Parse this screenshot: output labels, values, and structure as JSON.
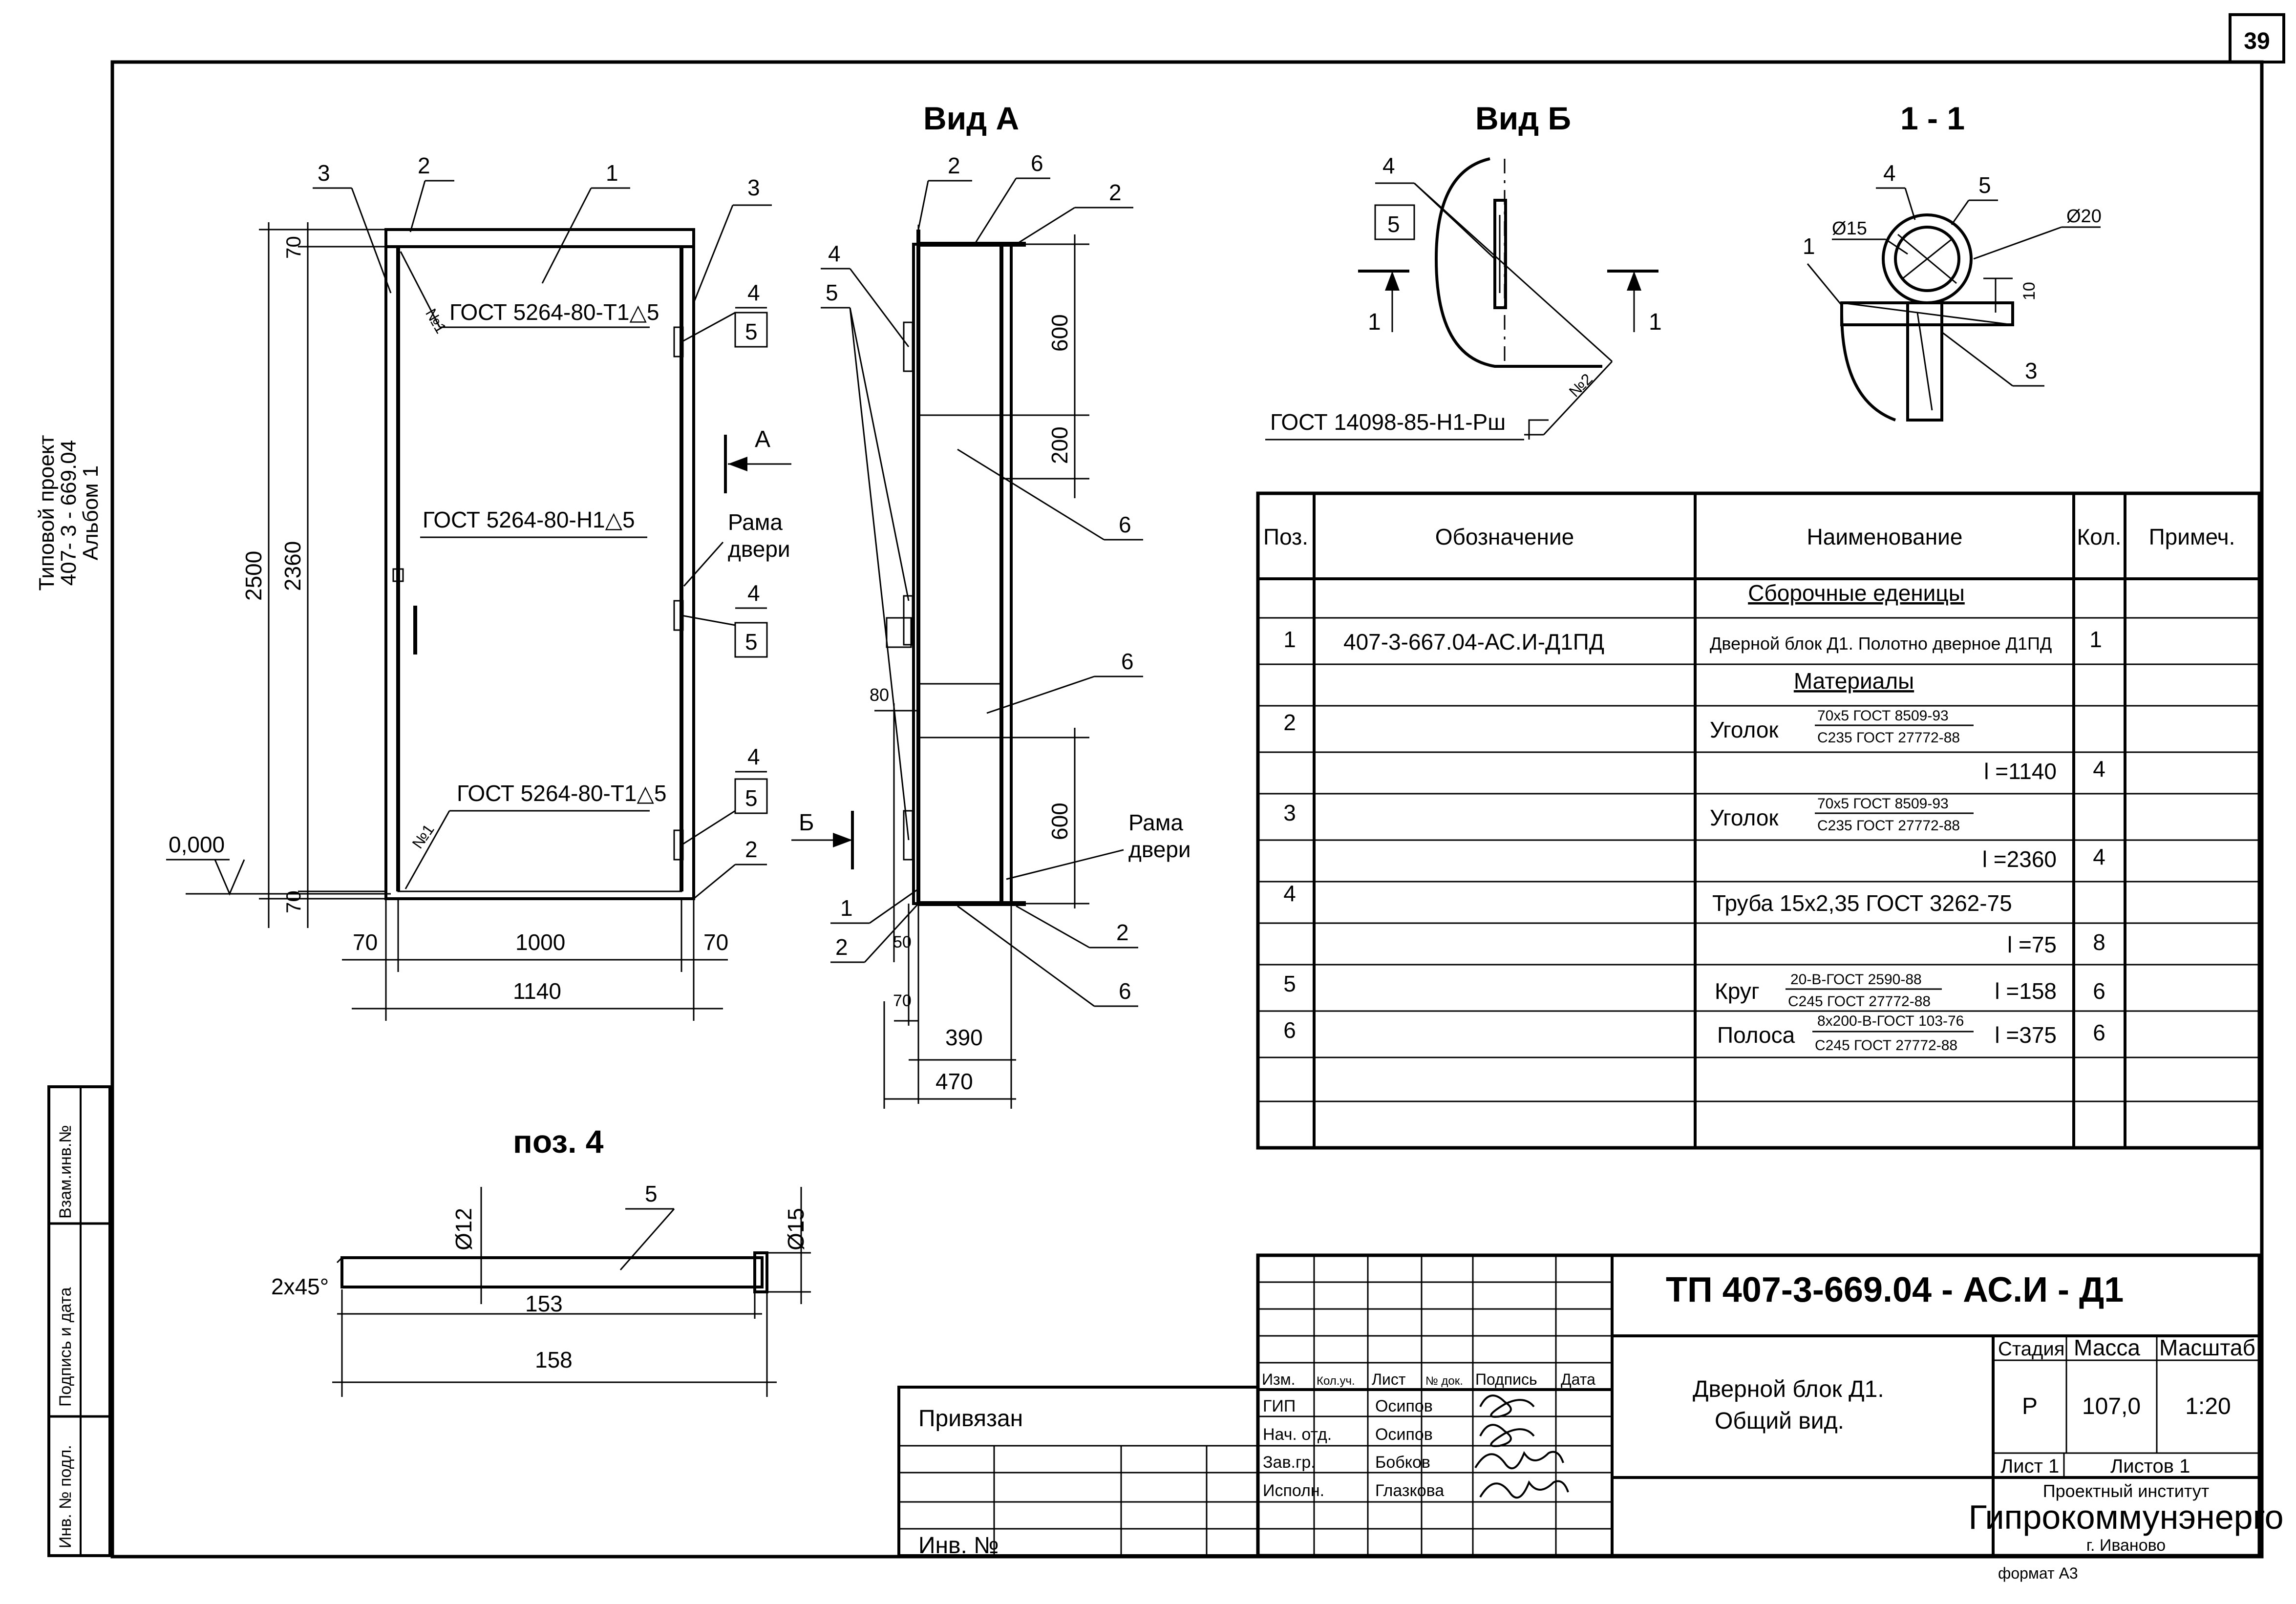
{
  "page_number": "39",
  "side_label": {
    "line1": "Типовой проект",
    "line2": "407- 3 - 669.04",
    "line3": "Альбом 1"
  },
  "side_stamp": {
    "vzam": "Взам.инв.№",
    "podpis": "Подпись и дата",
    "inv": "Инв. № подл."
  },
  "view_titles": {
    "vid_a": "Вид А",
    "vid_b": "Вид Б",
    "section": "1 - 1",
    "poz4": "поз. 4"
  },
  "front_view": {
    "callouts": [
      "1",
      "2",
      "3",
      "3",
      "4",
      "5",
      "4",
      "5",
      "4",
      "5",
      "2"
    ],
    "weld1": "ГОСТ 5264-80-Т1△5",
    "weld2": "ГОСТ 5264-80-Н1△5",
    "weld3": "ГОСТ 5264-80-Т1△5",
    "weld_mark1": "№1",
    "weld_mark2": "№1",
    "frame_label_1": "Рама",
    "frame_label_2": "двери",
    "arrow_a": "A",
    "level": "0,000",
    "dims": {
      "h_total": "2500",
      "h_inner": "2360",
      "top": "70",
      "bottom": "70",
      "left": "70",
      "width": "1000",
      "right": "70",
      "overall": "1140"
    }
  },
  "view_a": {
    "callouts": [
      "2",
      "6",
      "2",
      "4",
      "5",
      "6",
      "6",
      "1",
      "2",
      "2",
      "6"
    ],
    "frame_label_1": "Рама",
    "frame_label_2": "двери",
    "section_mark": "Б",
    "dims": {
      "d600a": "600",
      "d200": "200",
      "d600b": "600",
      "d80": "80",
      "d50": "50",
      "d70": "70",
      "d390": "390",
      "d470": "470"
    }
  },
  "view_b": {
    "callouts": [
      "4",
      "5"
    ],
    "cut_left": "1",
    "cut_right": "1",
    "weld_mark": "№2",
    "weld": "ГОСТ 14098-85-Н1-Рш"
  },
  "section_1_1": {
    "callouts": [
      "4",
      "5",
      "1",
      "3"
    ],
    "d15": "Ø15",
    "d20": "Ø20",
    "d10": "10"
  },
  "poz4": {
    "callout": "5",
    "chamfer": "2x45°",
    "d12": "Ø12",
    "d15": "Ø15",
    "l153": "153",
    "l158": "158"
  },
  "spec_table": {
    "headers": [
      "Поз.",
      "Обозначение",
      "Наименование",
      "Кол.",
      "Примеч."
    ],
    "rows": [
      {
        "pos": "",
        "designation": "",
        "name": "Сборочные еденицы",
        "qty": "",
        "note": "",
        "kind": "section"
      },
      {
        "pos": "1",
        "designation": "407-3-667.04-АС.И-Д1ПД",
        "name": "Дверной блок Д1. Полотно дверное Д1ПД",
        "qty": "1",
        "note": ""
      },
      {
        "pos": "",
        "designation": "",
        "name": "Материалы",
        "qty": "",
        "note": "",
        "kind": "section"
      },
      {
        "pos": "2",
        "designation": "",
        "name": "Уголок",
        "frac_top": "70x5 ГОСТ 8509-93",
        "frac_bot": "С235 ГОСТ 27772-88",
        "qty": "",
        "note": ""
      },
      {
        "pos": "",
        "designation": "",
        "name": "l =1140",
        "qty": "4",
        "note": "",
        "kind": "length"
      },
      {
        "pos": "3",
        "designation": "",
        "name": "Уголок",
        "frac_top": "70x5 ГОСТ 8509-93",
        "frac_bot": "С235 ГОСТ 27772-88",
        "qty": "",
        "note": ""
      },
      {
        "pos": "",
        "designation": "",
        "name": "l =2360",
        "qty": "4",
        "note": "",
        "kind": "length"
      },
      {
        "pos": "4",
        "designation": "",
        "name": "Труба 15x2,35 ГОСТ 3262-75",
        "qty": "",
        "note": ""
      },
      {
        "pos": "",
        "designation": "",
        "name": "l =75",
        "qty": "8",
        "note": "",
        "kind": "length"
      },
      {
        "pos": "5",
        "designation": "",
        "name": "Круг",
        "frac_top": "20-В-ГОСТ 2590-88",
        "frac_bot": "С245 ГОСТ 27772-88",
        "suffix": "l =158",
        "qty": "6",
        "note": ""
      },
      {
        "pos": "6",
        "designation": "",
        "name": "Полоса",
        "frac_top": "8x200-В-ГОСТ 103-76",
        "frac_bot": "С245 ГОСТ 27772-88",
        "suffix": "l =375",
        "qty": "6",
        "note": ""
      },
      {
        "pos": "",
        "designation": "",
        "name": "",
        "qty": "",
        "note": ""
      },
      {
        "pos": "",
        "designation": "",
        "name": "",
        "qty": "",
        "note": ""
      }
    ]
  },
  "title_block": {
    "code": "ТП   407-3-669.04 - АС.И - Д1",
    "title_line1": "Дверной блок Д1.",
    "title_line2": "Общий вид.",
    "col_headers": [
      "Изм.",
      "Кол.уч.",
      "Лист",
      "№ док.",
      "Подпись",
      "Дата"
    ],
    "people": [
      {
        "role": "ГИП",
        "name": "Осипов"
      },
      {
        "role": "Нач. отд.",
        "name": "Осипов"
      },
      {
        "role": "Зав.гр.",
        "name": "Бобков"
      },
      {
        "role": "Исполн.",
        "name": "Глазкова"
      }
    ],
    "stage_label": "Стадия",
    "mass_label": "Масса",
    "scale_label": "Масштаб",
    "stage": "Р",
    "mass": "107,0",
    "scale": "1:20",
    "sheet": "Лист 1",
    "sheets": "Листов  1",
    "institute1": "Проектный институт",
    "institute2": "Гипрокоммунэнерго",
    "city": "г. Иваново",
    "format": "формат А3"
  },
  "binding_block": {
    "privyazan": "Привязан",
    "inv": "Инв. №"
  }
}
